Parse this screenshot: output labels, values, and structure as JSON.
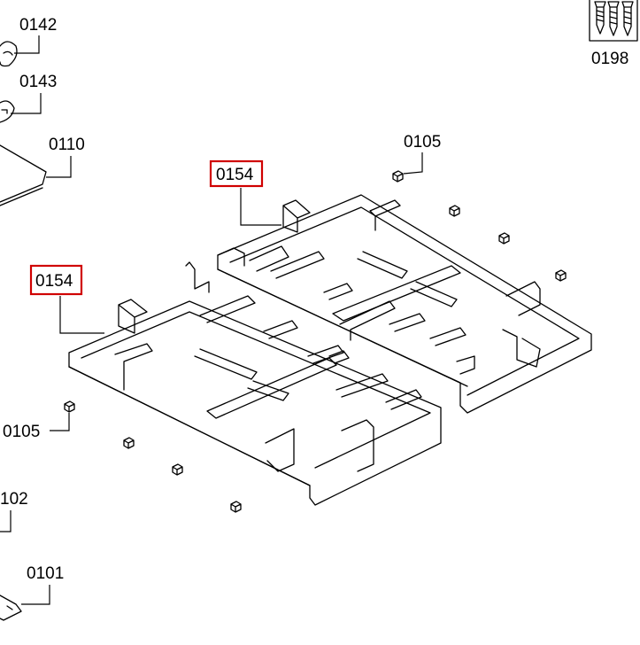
{
  "colors": {
    "highlight": "#d00000",
    "line": "#000000",
    "background": "#ffffff"
  },
  "labels": {
    "p0142": "0142",
    "p0143": "0143",
    "p0110": "0110",
    "p0105_top": "0105",
    "p0154_top": "0154",
    "p0154_left": "0154",
    "p0105_left": "0105",
    "p0102": "102",
    "p0101": "0101",
    "p0198": "0198"
  },
  "highlighted": [
    "p0154_top",
    "p0154_left"
  ]
}
